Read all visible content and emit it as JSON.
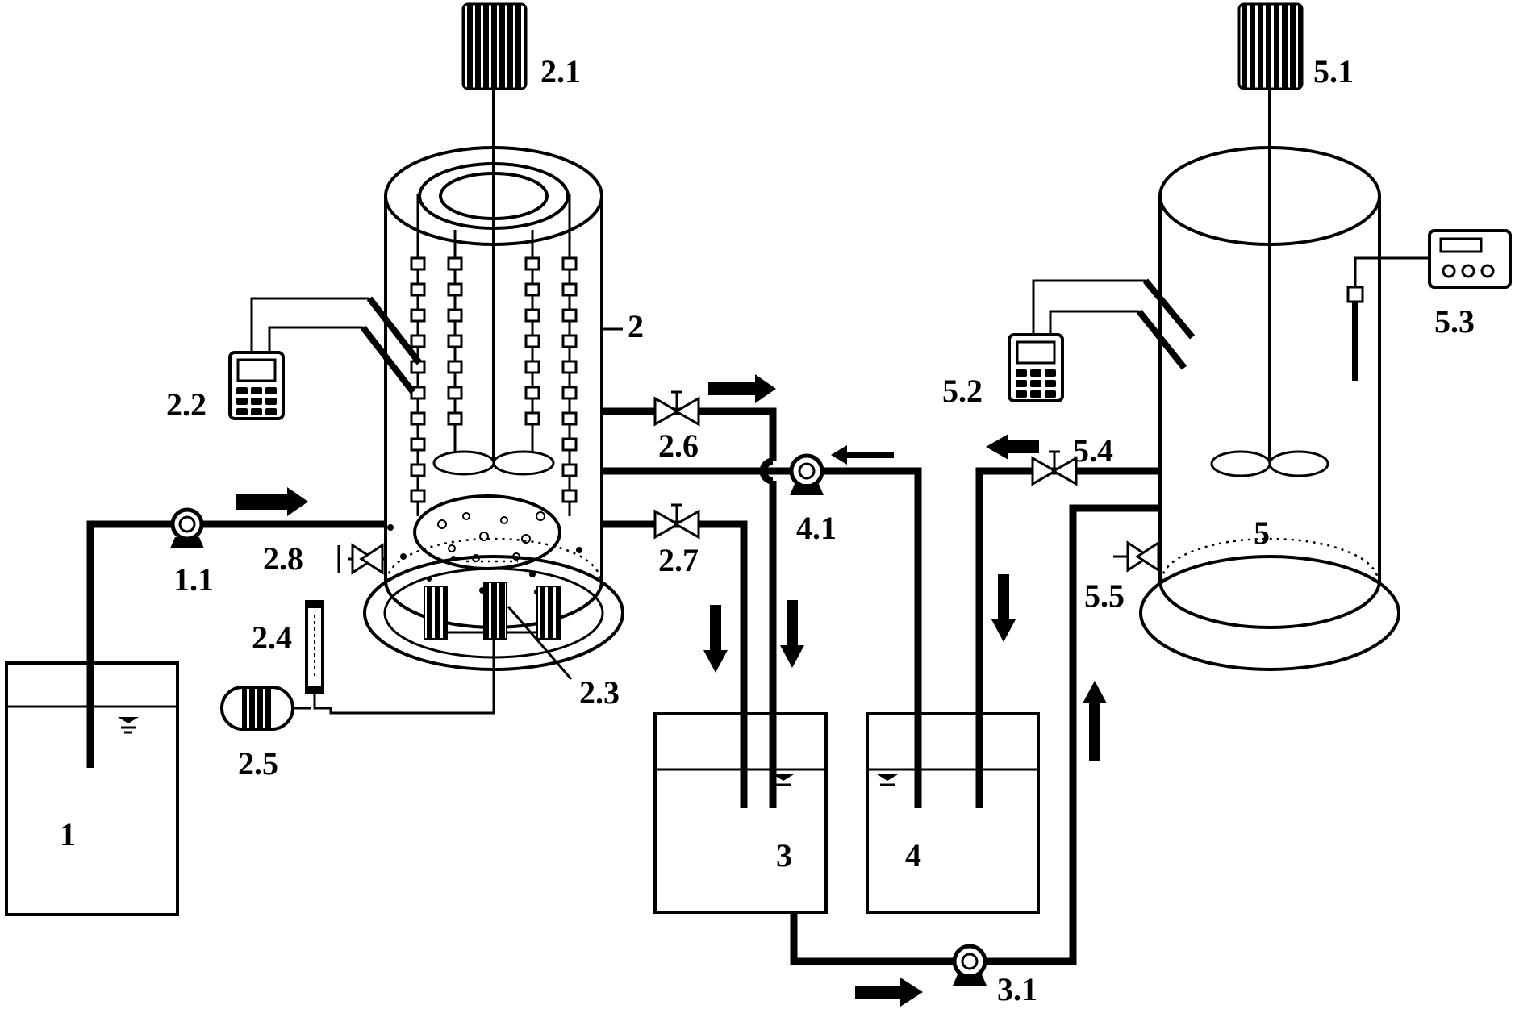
{
  "labels": {
    "tank_1": "1",
    "pump_1_1": "1.1",
    "reactor_2": "2",
    "motor_2_1": "2.1",
    "meter_2_2": "2.2",
    "diffuser_2_3": "2.3",
    "flowmeter_2_4": "2.4",
    "air_pump_2_5": "2.5",
    "valve_2_6": "2.6",
    "valve_2_7": "2.7",
    "valve_2_8": "2.8",
    "tank_3": "3",
    "pump_3_1": "3.1",
    "tank_4": "4",
    "pump_4_1": "4.1",
    "reactor_5": "5",
    "motor_5_1": "5.1",
    "meter_5_2": "5.2",
    "meter_5_3": "5.3",
    "valve_5_4": "5.4",
    "valve_5_5": "5.5"
  },
  "icons": [
    "motor-icon",
    "pump-icon",
    "valve-icon",
    "meter-icon",
    "flowmeter-icon",
    "air-pump-icon",
    "probe-icon",
    "impeller-icon",
    "water-level-icon",
    "flow-arrow-icon"
  ]
}
